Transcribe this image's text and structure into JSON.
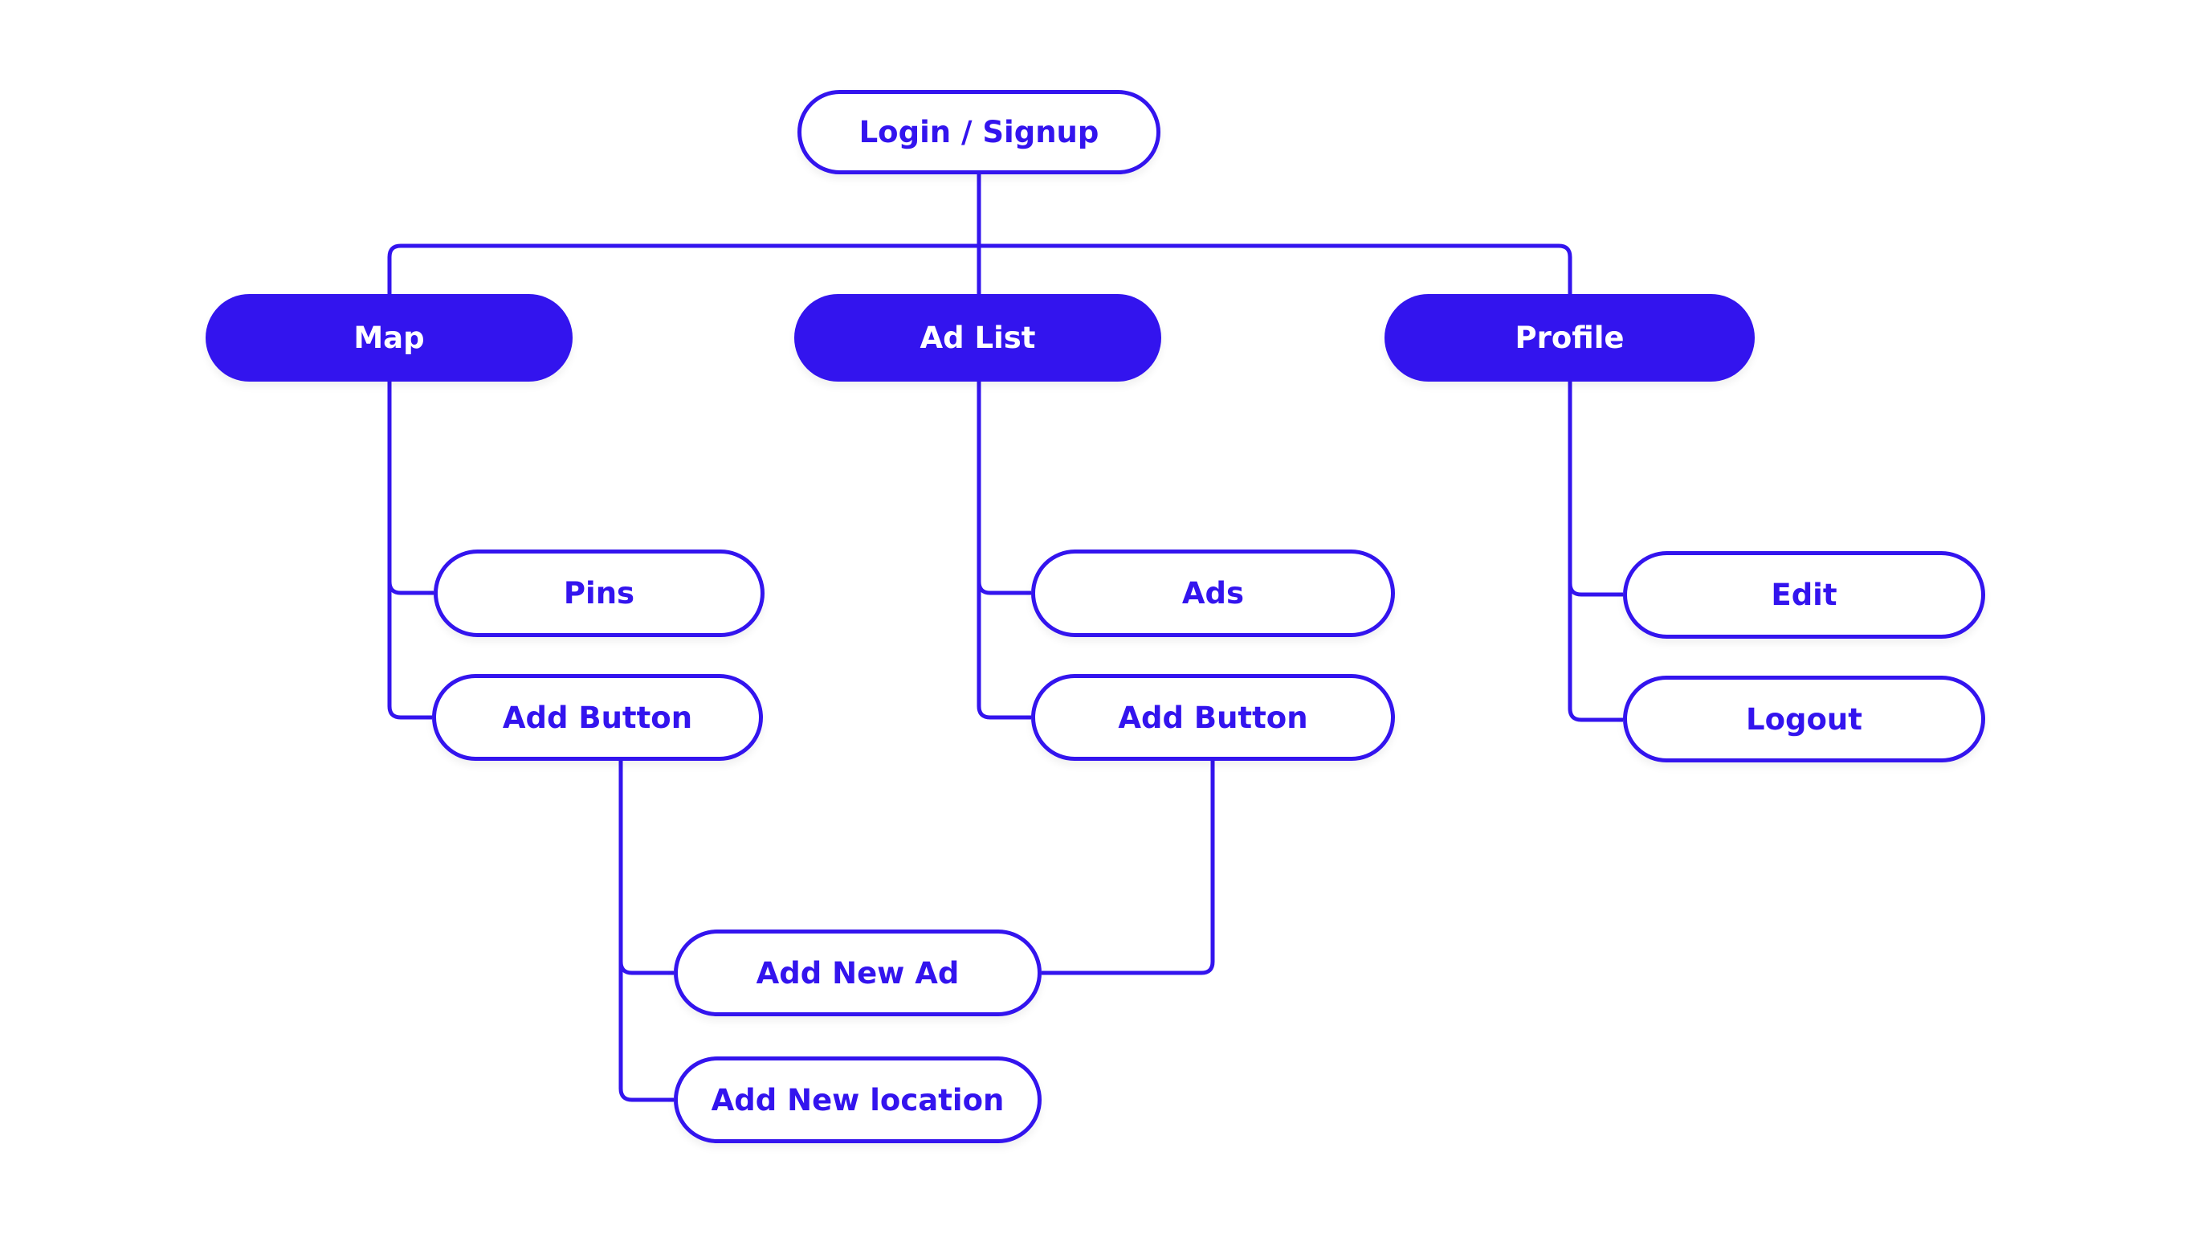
{
  "diagram": {
    "accent_color": "#3314EE",
    "background_color": "#ffffff",
    "nodes": {
      "login": {
        "label": "Login / Signup",
        "style": "outline"
      },
      "map": {
        "label": "Map",
        "style": "filled"
      },
      "ad_list": {
        "label": "Ad List",
        "style": "filled"
      },
      "profile": {
        "label": "Profile",
        "style": "filled"
      },
      "pins": {
        "label": "Pins",
        "style": "outline"
      },
      "map_add_button": {
        "label": "Add Button",
        "style": "outline"
      },
      "ads": {
        "label": "Ads",
        "style": "outline"
      },
      "adlist_add_button": {
        "label": "Add Button",
        "style": "outline"
      },
      "edit": {
        "label": "Edit",
        "style": "outline"
      },
      "logout": {
        "label": "Logout",
        "style": "outline"
      },
      "add_new_ad": {
        "label": "Add New Ad",
        "style": "outline"
      },
      "add_new_location": {
        "label": "Add New location",
        "style": "outline"
      }
    },
    "edges": [
      {
        "from": "Login / Signup",
        "to": "Map"
      },
      {
        "from": "Login / Signup",
        "to": "Ad List"
      },
      {
        "from": "Login / Signup",
        "to": "Profile"
      },
      {
        "from": "Map",
        "to": "Pins"
      },
      {
        "from": "Map",
        "to": "Add Button"
      },
      {
        "from": "Ad List",
        "to": "Ads"
      },
      {
        "from": "Ad List",
        "to": "Add Button"
      },
      {
        "from": "Profile",
        "to": "Edit"
      },
      {
        "from": "Profile",
        "to": "Logout"
      },
      {
        "from": "Add Button (Map)",
        "to": "Add New Ad"
      },
      {
        "from": "Add Button (Map)",
        "to": "Add New location"
      },
      {
        "from": "Add Button (Ad List)",
        "to": "Add New Ad"
      }
    ]
  }
}
